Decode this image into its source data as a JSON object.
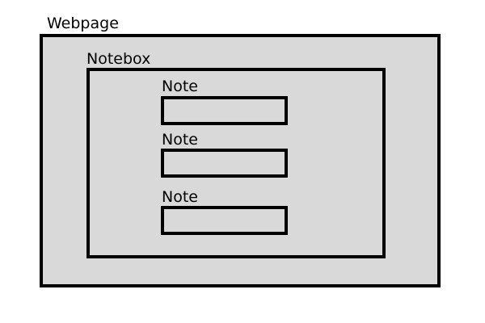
{
  "colors": {
    "box_fill": "#d9d9d9",
    "border": "#000000",
    "text": "#000000",
    "background": "#ffffff"
  },
  "webpage": {
    "label": "Webpage",
    "notebox": {
      "label": "Notebox",
      "notes": [
        {
          "label": "Note"
        },
        {
          "label": "Note"
        },
        {
          "label": "Note"
        }
      ]
    }
  }
}
